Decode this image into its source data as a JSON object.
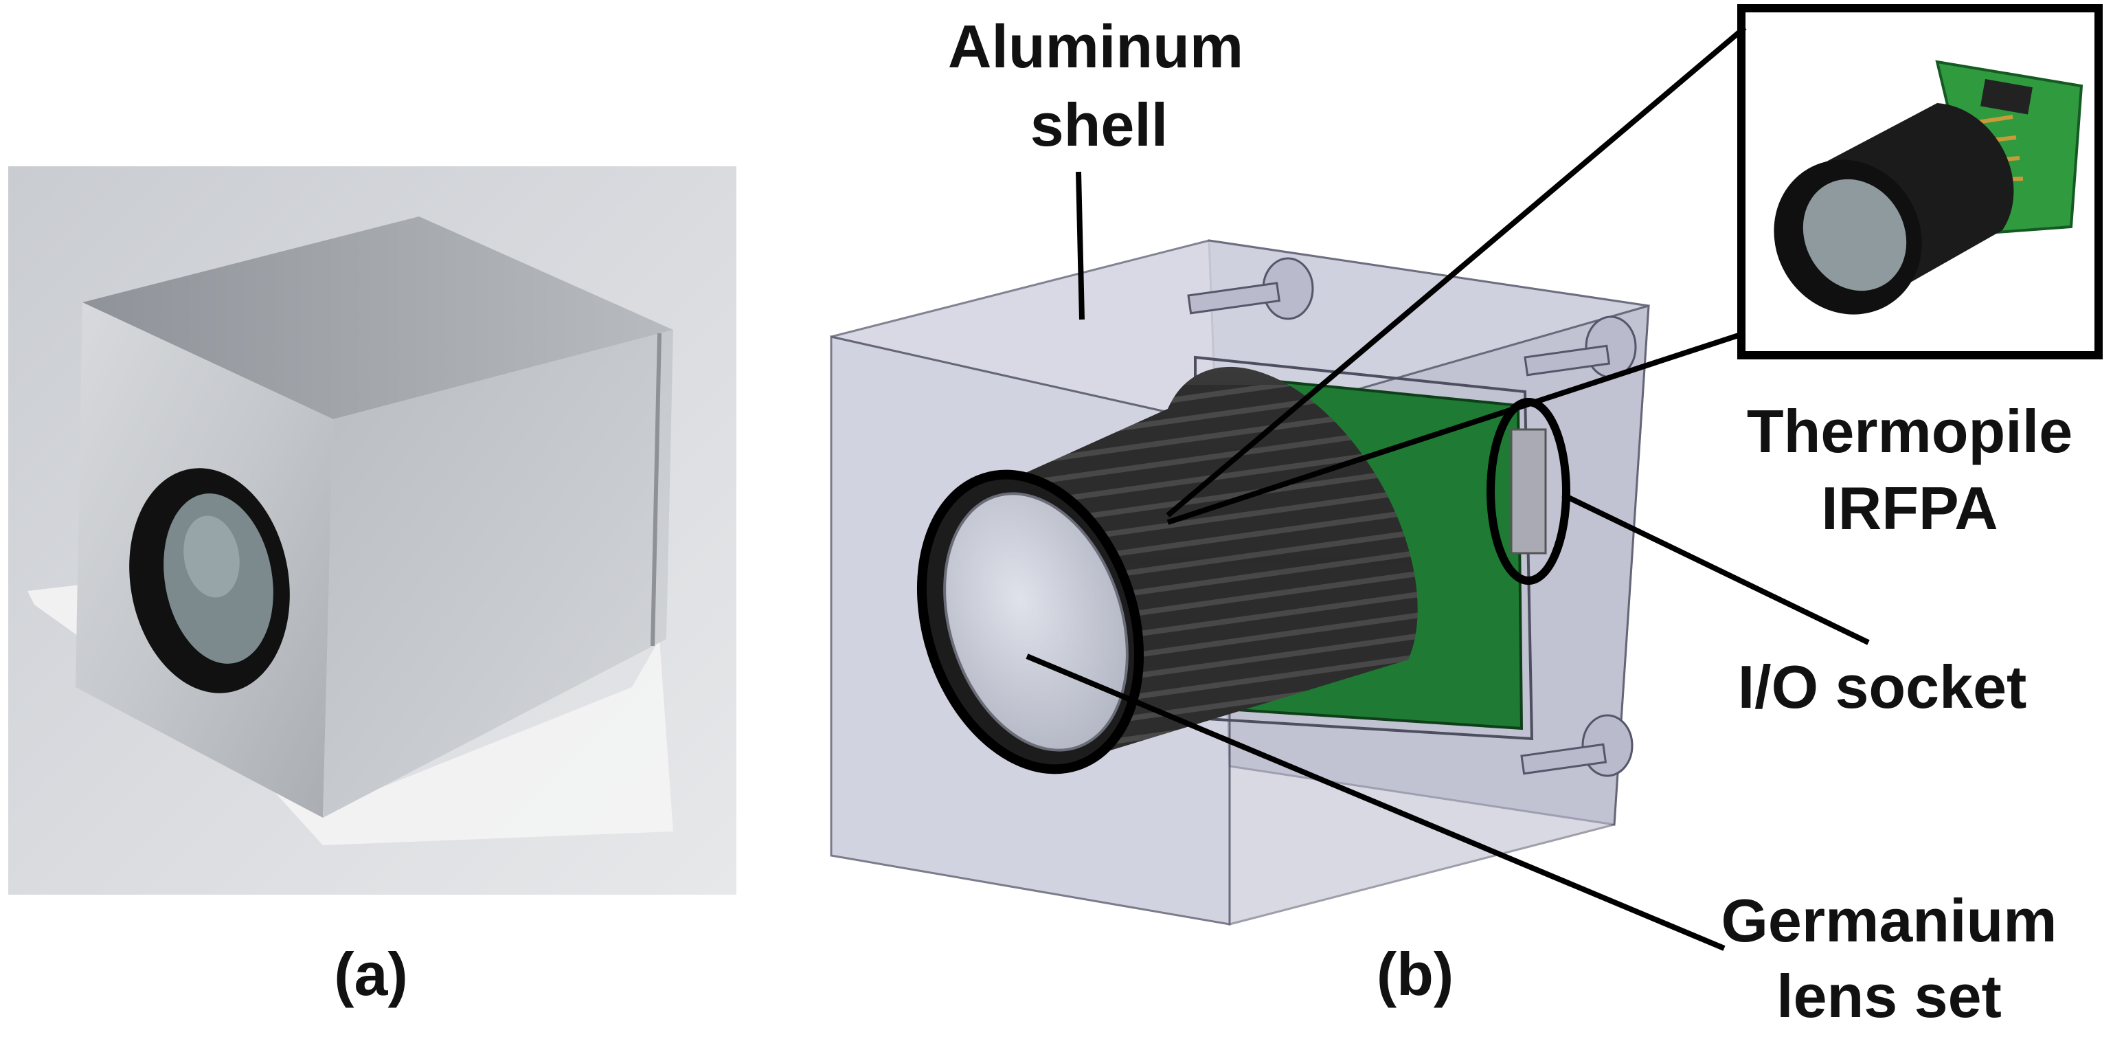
{
  "panel_a": {
    "caption": "(a)",
    "description_icon": "photo-of-aluminum-cube-camera"
  },
  "panel_b": {
    "caption": "(b)",
    "labels": {
      "aluminum_shell_line1": "Aluminum",
      "aluminum_shell_line2": "shell",
      "thermopile_line1": "Thermopile",
      "thermopile_line2": "IRFPA",
      "io_socket": "I/O socket",
      "germanium_line1": "Germanium",
      "germanium_line2": "lens set"
    }
  },
  "colors": {
    "background": "#ffffff",
    "aluminum": "#b9bcbf",
    "shell_translucent": "#c9cad8",
    "pcb_green": "#1f7a33",
    "lens_barrel": "#2a2a2a",
    "lens_glass": "#c8ccd8",
    "callout": "#000000"
  }
}
